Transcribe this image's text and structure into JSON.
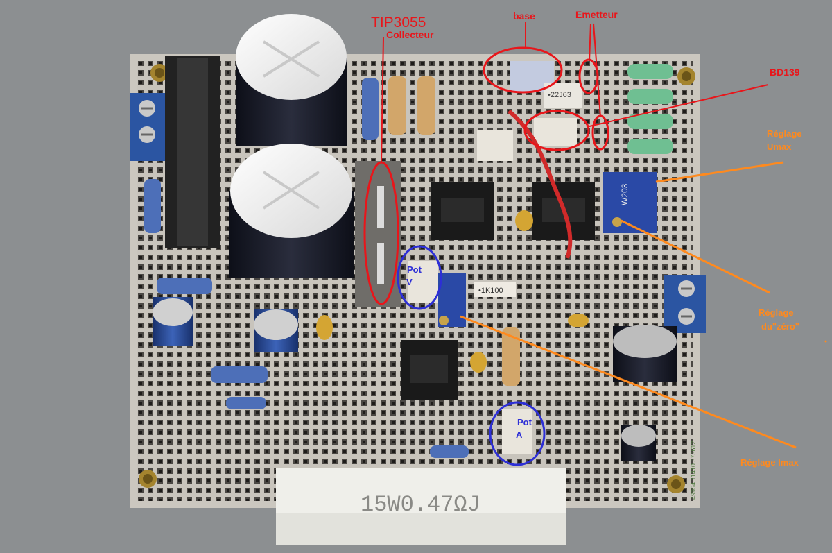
{
  "image": {
    "description_colors": {
      "background": "#8c8f91",
      "board": "#b9b6b0",
      "annotation_red": "#e8161b",
      "annotation_orange": "#ff8a1e",
      "annotation_blue": "#2d2fd6"
    }
  },
  "labels": {
    "tip": "TIP3055",
    "collecteur": "Collecteur",
    "base": "base",
    "emetteur": "Emetteur",
    "bd139": "BD139",
    "umax_line1": "Réglage",
    "umax_line2": "Umax",
    "zero_line1": "Réglage",
    "zero_line2": "du\"zéro\"",
    "imax": "Réglage Imax",
    "potv_line1": "Pot",
    "potv_line2": "V",
    "pota_line1": "Pot",
    "pota_line2": "A"
  },
  "component_text": {
    "resistor_power": "15W0.47ΩJ",
    "cap_film": "•22J63",
    "res_1k": "•1K100",
    "trimmer": "W203",
    "board_code": "49954 11410 373612"
  }
}
